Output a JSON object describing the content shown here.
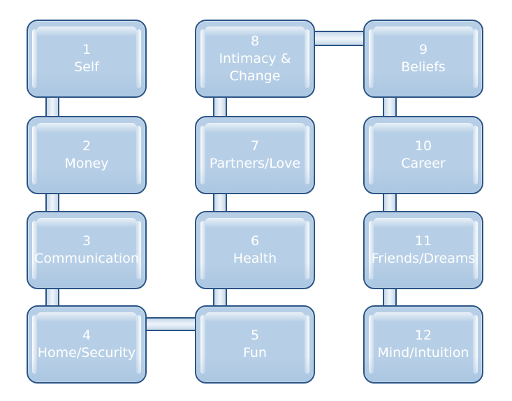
{
  "nodes": [
    {
      "id": "1",
      "number": "1",
      "label": "Self"
    },
    {
      "id": "2",
      "number": "2",
      "label": "Money"
    },
    {
      "id": "3",
      "number": "3",
      "label": "Communication"
    },
    {
      "id": "4",
      "number": "4",
      "label": "Home/Security"
    },
    {
      "id": "5",
      "number": "5",
      "label": "Fun"
    },
    {
      "id": "6",
      "number": "6",
      "label": "Health"
    },
    {
      "id": "7",
      "number": "7",
      "label": "Partners/Love"
    },
    {
      "id": "8",
      "number": "8",
      "label": "Intimacy & Change"
    },
    {
      "id": "9",
      "number": "9",
      "label": "Beliefs"
    },
    {
      "id": "10",
      "number": "10",
      "label": "Career"
    },
    {
      "id": "11",
      "number": "11",
      "label": "Friends/Dreams"
    },
    {
      "id": "12",
      "number": "12",
      "label": "Mind/Intuition"
    }
  ],
  "connections": [
    [
      "1",
      "2"
    ],
    [
      "2",
      "3"
    ],
    [
      "3",
      "4"
    ],
    [
      "4",
      "5"
    ],
    [
      "5",
      "6"
    ],
    [
      "6",
      "7"
    ],
    [
      "7",
      "8"
    ],
    [
      "8",
      "9"
    ],
    [
      "9",
      "10"
    ],
    [
      "10",
      "11"
    ],
    [
      "11",
      "12"
    ]
  ],
  "colors": {
    "box_fill": "#b7cfe6",
    "box_border": "#2a5486",
    "text": "#ffffff",
    "connector_fill": "#dce9f5"
  }
}
